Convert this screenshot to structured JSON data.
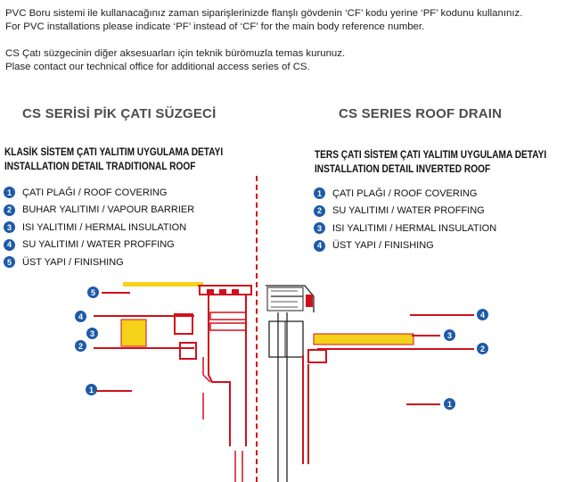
{
  "notes": {
    "line1": "PVC Boru sistemi ile kullanacağınız zaman siparişlerinizde flanşlı gövdenin ‘CF’ kodu yerine ‘PF’ kodunu kullanınız.",
    "line2": "For PVC installations please indicate ‘PF’ instead of ‘CF’ for the main body reference number.",
    "line3": "CS Çatı süzgecinin diğer aksesuarları için teknik bürömuzla temas kurunuz.",
    "line4": "Plase contact our technical office for additional access series of CS."
  },
  "left": {
    "title": "CS SERİSİ PİK ÇATI SÜZGECİ",
    "subtitle_tr": "KLASİK SİSTEM ÇATI YALITIM UYGULAMA DETAYI",
    "subtitle_en": "INSTALLATION DETAIL TRADITIONAL ROOF",
    "items": [
      {
        "num": "1",
        "label": "ÇATI PLAĞI / ROOF COVERING"
      },
      {
        "num": "2",
        "label": "BUHAR YALITIMI / VAPOUR BARRIER"
      },
      {
        "num": "3",
        "label": "ISI YALITIMI / HERMAL INSULATION"
      },
      {
        "num": "4",
        "label": "SU YALITIMI / WATER PROFFING"
      },
      {
        "num": "5",
        "label": "ÜST YAPI / FINISHING"
      }
    ],
    "callouts": [
      "5",
      "4",
      "3",
      "2",
      "1"
    ]
  },
  "right": {
    "title": "CS SERIES ROOF DRAIN",
    "subtitle_tr": "TERS ÇATI SİSTEM ÇATI YALITIM UYGULAMA DETAYI",
    "subtitle_en": "INSTALLATION DETAIL INVERTED ROOF",
    "items": [
      {
        "num": "1",
        "label": "ÇATI PLAĞI / ROOF COVERING"
      },
      {
        "num": "2",
        "label": "SU YALITIMI / WATER PROFFING"
      },
      {
        "num": "3",
        "label": "ISI YALITIMI / HERMAL INSULATION"
      },
      {
        "num": "4",
        "label": "ÜST YAPI / FINISHING"
      }
    ],
    "callouts": [
      "4",
      "3",
      "2",
      "1"
    ]
  },
  "colors": {
    "accent_red": "#d0101a",
    "callout_blue": "#1e5aa8",
    "insulation_yellow": "#f5d21a",
    "title_gray": "#4d4d4d"
  }
}
